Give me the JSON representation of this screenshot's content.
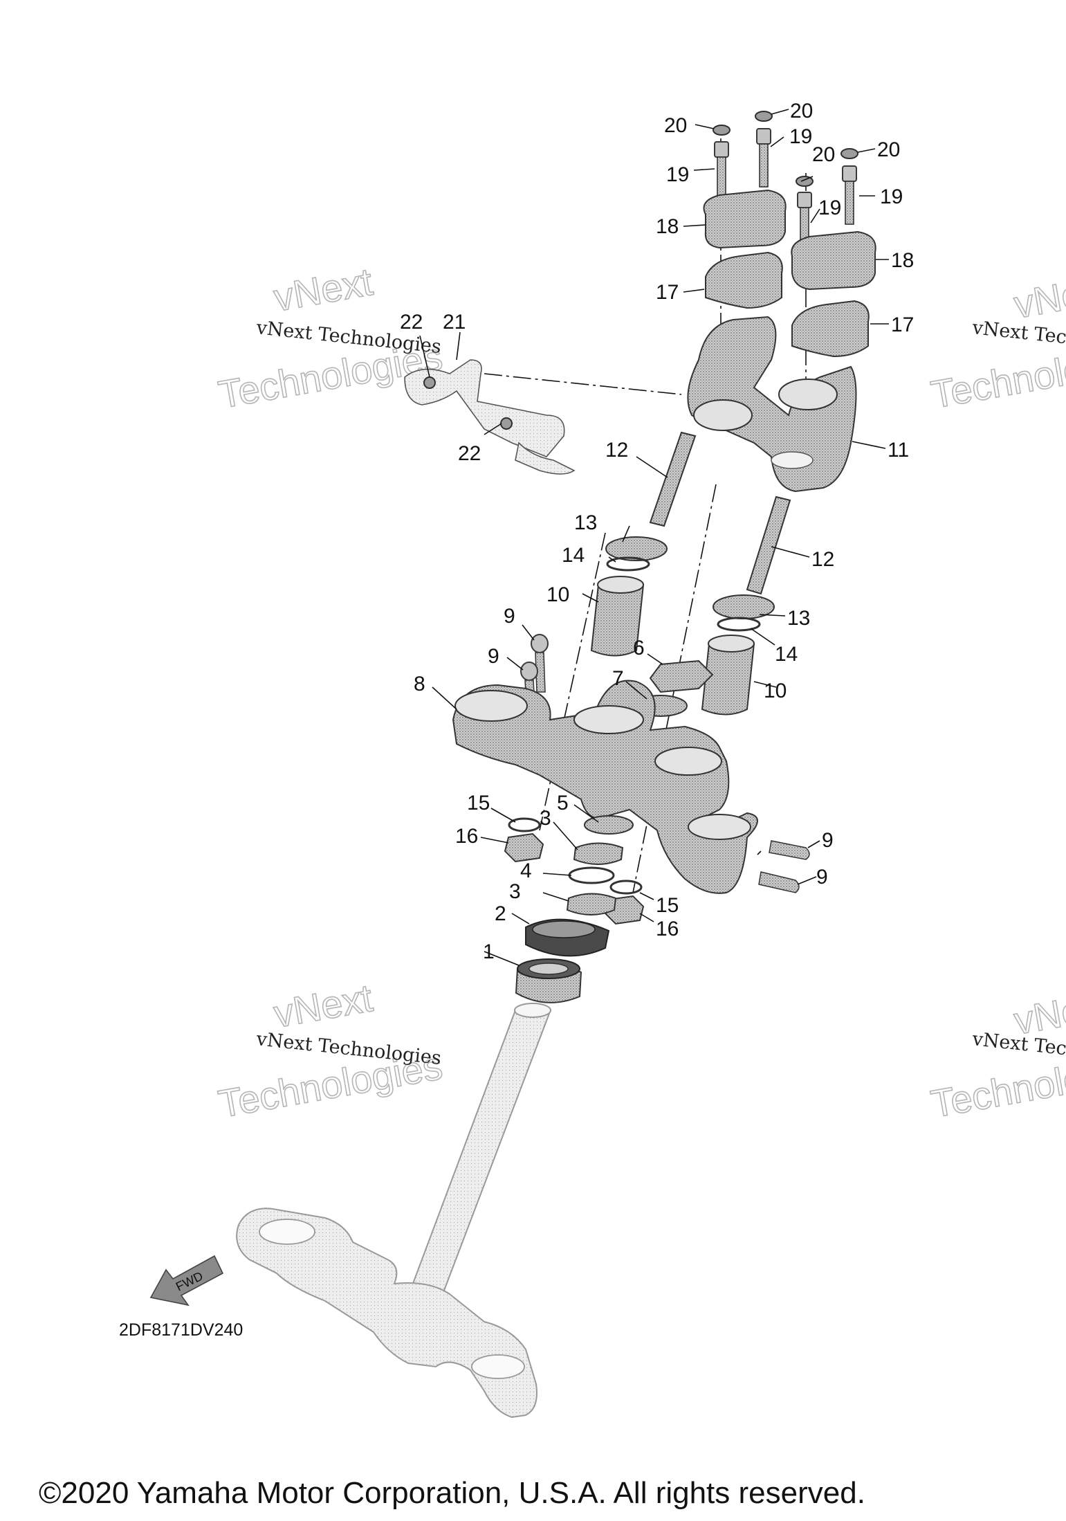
{
  "diagram": {
    "callouts": [
      "1",
      "2",
      "3",
      "3",
      "4",
      "5",
      "6",
      "7",
      "8",
      "9",
      "9",
      "9",
      "9",
      "10",
      "10",
      "11",
      "12",
      "12",
      "13",
      "13",
      "14",
      "14",
      "15",
      "15",
      "16",
      "16",
      "17",
      "17",
      "18",
      "18",
      "19",
      "19",
      "19",
      "19",
      "20",
      "20",
      "20",
      "20",
      "21",
      "22",
      "22"
    ],
    "watermark": {
      "line1": "vNext Technologies",
      "line2": "Technologies",
      "line3": "vNext"
    },
    "fwd_label": "FWD",
    "diagram_code": "2DF8171DV240",
    "copyright": "©2020 Yamaha Motor Corporation, U.S.A. All rights reserved."
  }
}
